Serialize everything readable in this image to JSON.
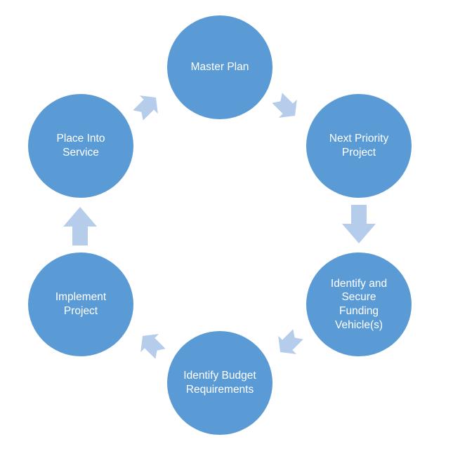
{
  "diagram": {
    "type": "cycle",
    "background": "#FFFFFF",
    "colors": {
      "node_fill": "#5B9BD5",
      "node_text": "#FFFFFF",
      "arrow_fill": "#B5CCEA"
    },
    "nodes": [
      {
        "id": "master-plan",
        "label": "Master Plan"
      },
      {
        "id": "next-priority-project",
        "label": "Next Priority Project"
      },
      {
        "id": "identify-and-secure-funding-vehicles",
        "label": "Identify and Secure Funding Vehicle(s)"
      },
      {
        "id": "identify-budget-requirements",
        "label": "Identify Budget Requirements"
      },
      {
        "id": "implement-project",
        "label": "Implement Project"
      },
      {
        "id": "place-into-service",
        "label": "Place Into Service"
      }
    ],
    "arrows": [
      {
        "from": "master-plan",
        "to": "next-priority-project",
        "direction": "down-right",
        "style": "bent"
      },
      {
        "from": "next-priority-project",
        "to": "identify-and-secure-funding-vehicles",
        "direction": "down",
        "style": "straight"
      },
      {
        "from": "identify-and-secure-funding-vehicles",
        "to": "identify-budget-requirements",
        "direction": "down-left",
        "style": "bent"
      },
      {
        "from": "identify-budget-requirements",
        "to": "implement-project",
        "direction": "up-left",
        "style": "bent"
      },
      {
        "from": "implement-project",
        "to": "place-into-service",
        "direction": "up",
        "style": "straight"
      },
      {
        "from": "place-into-service",
        "to": "master-plan",
        "direction": "up-right",
        "style": "bent"
      }
    ]
  }
}
